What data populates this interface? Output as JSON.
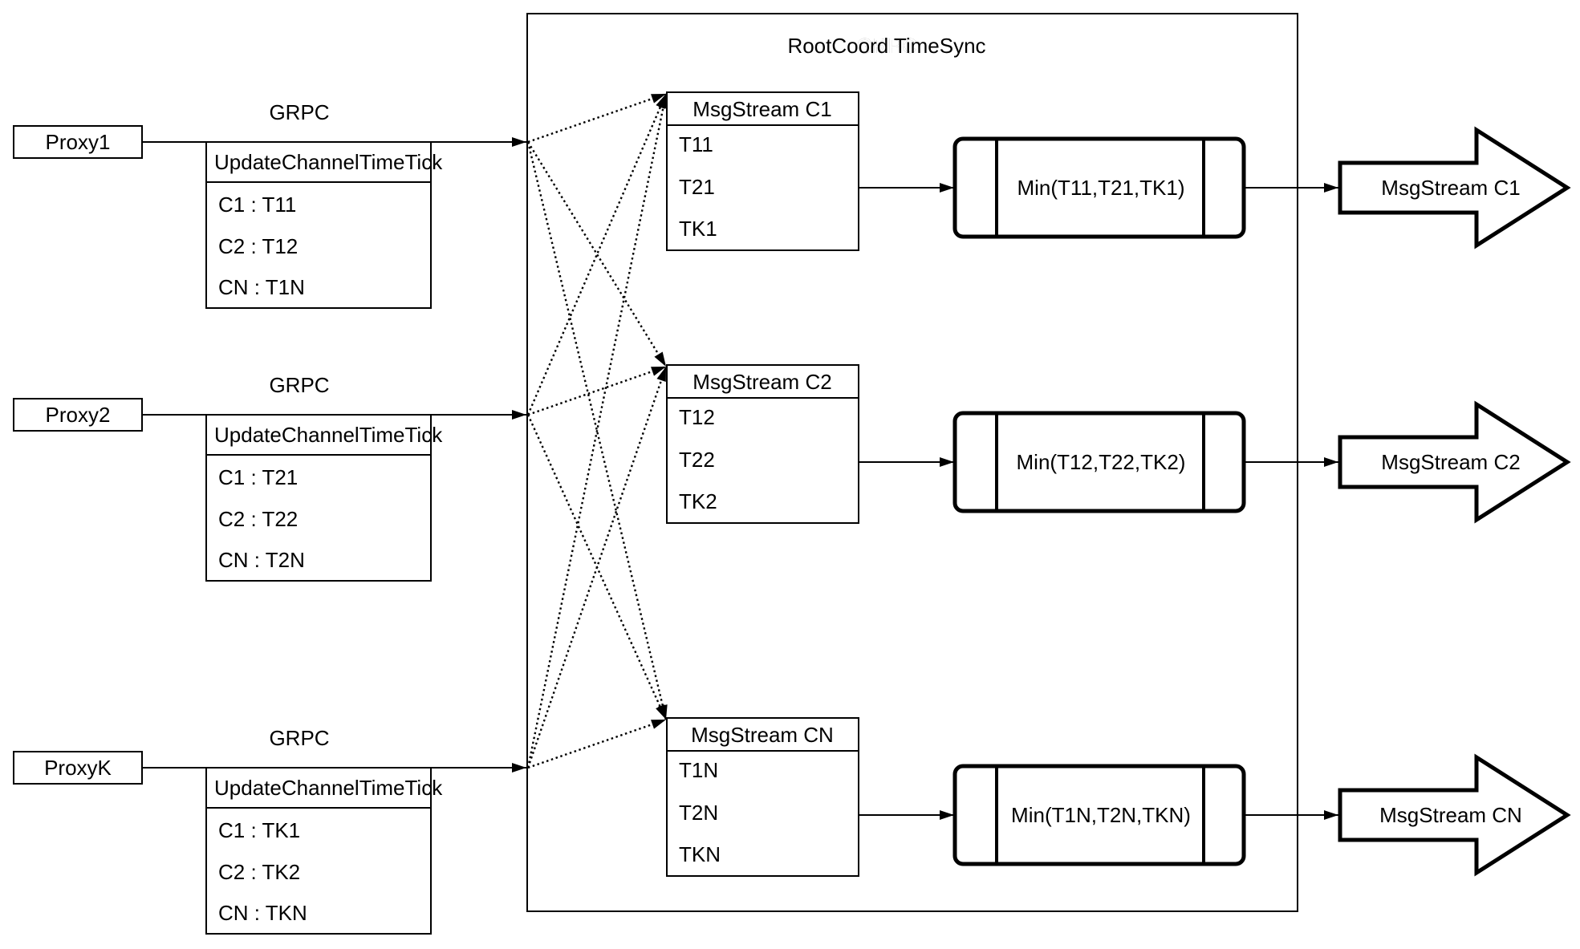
{
  "diagram": {
    "title": "RootCoord TimeSync",
    "rows": [
      {
        "proxy_label": "Proxy1",
        "grpc_label": "GRPC",
        "update_table": {
          "header": "UpdateChannelTimeTick",
          "rows": [
            "C1 : T11",
            "C2 : T12",
            "CN : T1N"
          ]
        },
        "msgstream_table": {
          "header": "MsgStream C1",
          "rows": [
            "T11",
            "T21",
            "TK1"
          ]
        },
        "min_label": "Min(T11,T21,TK1)",
        "output_label": "MsgStream C1"
      },
      {
        "proxy_label": "Proxy2",
        "grpc_label": "GRPC",
        "update_table": {
          "header": "UpdateChannelTimeTick",
          "rows": [
            "C1 : T21",
            "C2 : T22",
            "CN : T2N"
          ]
        },
        "msgstream_table": {
          "header": "MsgStream C2",
          "rows": [
            "T12",
            "T22",
            "TK2"
          ]
        },
        "min_label": "Min(T12,T22,TK2)",
        "output_label": "MsgStream C2"
      },
      {
        "proxy_label": "ProxyK",
        "grpc_label": "GRPC",
        "update_table": {
          "header": "UpdateChannelTimeTick",
          "rows": [
            "C1 : TK1",
            "C2 : TK2",
            "CN : TKN"
          ]
        },
        "msgstream_table": {
          "header": "MsgStream CN",
          "rows": [
            "T1N",
            "T2N",
            "TKN"
          ]
        },
        "min_label": "Min(T1N,T2N,TKN)",
        "output_label": "MsgStream CN"
      }
    ],
    "colors": {
      "stroke": "#000000",
      "background": "#ffffff"
    }
  }
}
